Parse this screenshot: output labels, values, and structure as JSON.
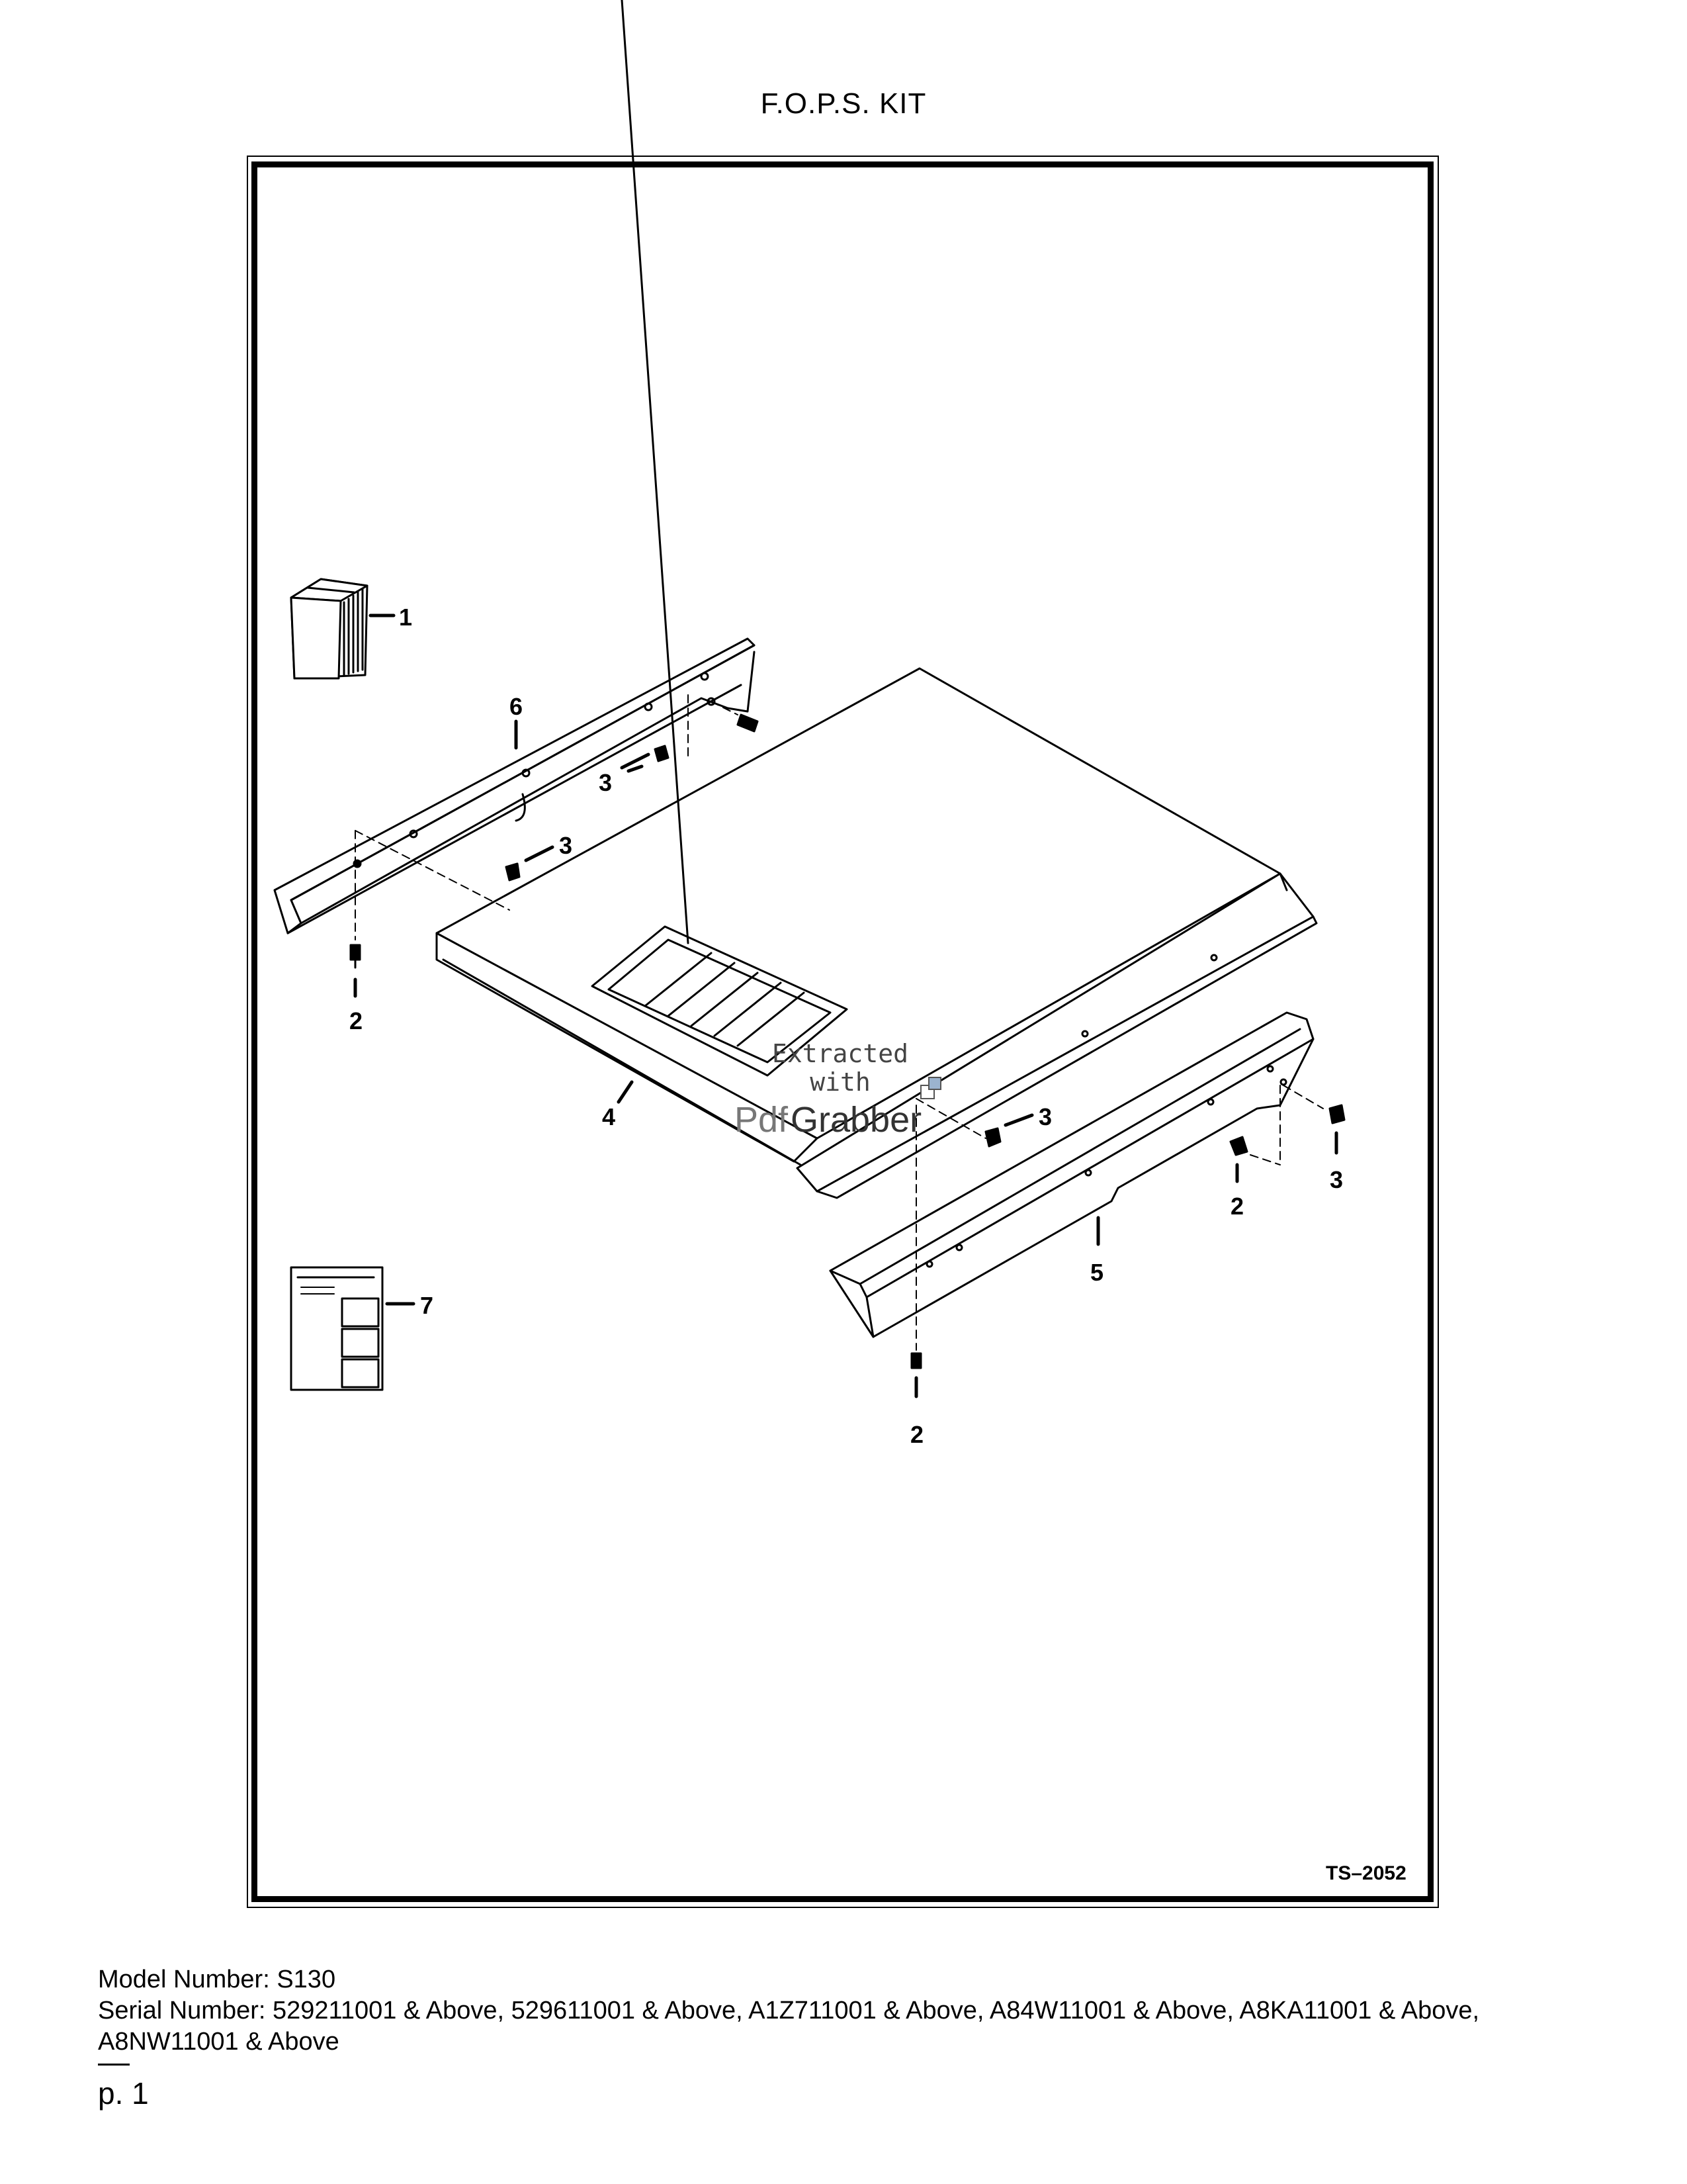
{
  "page": {
    "title": "F.O.P.S. KIT",
    "drawing_number": "TS–2052"
  },
  "callouts": {
    "c1": "1",
    "c2a": "2",
    "c2b": "2",
    "c2c": "2",
    "c3a": "3",
    "c3b": "3",
    "c3c": "3",
    "c3d": "3",
    "c4": "4",
    "c5": "5",
    "c6": "6",
    "c7": "7"
  },
  "watermark": {
    "line1": "Extracted",
    "line2": "with",
    "brand_a": "Pdf",
    "brand_b": "Grabber"
  },
  "info": {
    "model_label": "Model Number:",
    "model_value": "S130",
    "serial_label": "Serial Number:",
    "serial_value": "529211001 & Above, 529611001 & Above, A1Z711001 & Above, A84W11001 & Above, A8KA11001 & Above, A8NW11001 & Above"
  },
  "footer": {
    "page": "p. 1"
  },
  "colors": {
    "ink": "#000000",
    "watermark_text": "#444444"
  }
}
